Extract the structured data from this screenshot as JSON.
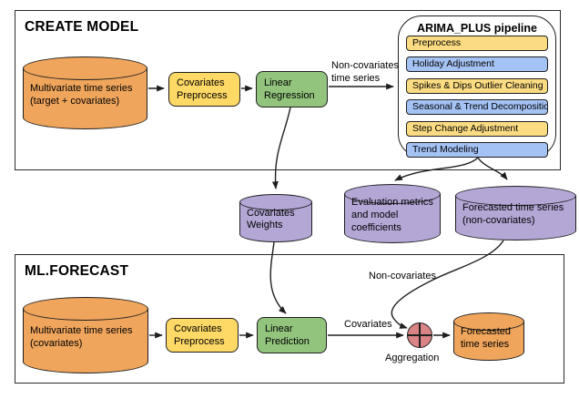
{
  "create_model": {
    "title": "CREATE MODEL",
    "source_store": {
      "line1": "Multivariate time series",
      "line2": "(target + covariates)"
    },
    "preprocess": {
      "line1": "Covariates",
      "line2": "Preprocess"
    },
    "regression": {
      "line1": "Linear",
      "line2": "Regression"
    },
    "noncov_edge_label": {
      "line1": "Non-covariates",
      "line2": "time series"
    },
    "pipeline": {
      "title": "ARIMA_PLUS pipeline",
      "steps": [
        {
          "label": "Preprocess",
          "color": "#FBDC82"
        },
        {
          "label": "Holiday Adjustment",
          "color": "#A4C2F4"
        },
        {
          "label": "Spikes & Dips Outlier Cleaning",
          "color": "#FBDC82"
        },
        {
          "label": "Seasonal & Trend Decomposition",
          "color": "#A4C2F4"
        },
        {
          "label": "Step Change Adjustment",
          "color": "#FBDC82"
        },
        {
          "label": "Trend Modeling",
          "color": "#A4C2F4"
        }
      ]
    }
  },
  "stores": {
    "weights": {
      "line1": "Covariates",
      "line2": "Weights"
    },
    "evaluation": {
      "line1": "Evaluation metrics",
      "line2": "and model",
      "line3": "coefficients"
    },
    "forecast_noncov": {
      "line1": "Forecasted time series",
      "line2": "(non-covariates)"
    }
  },
  "ml_forecast": {
    "title": "ML.FORECAST",
    "source_store": {
      "line1": "Multivariate time series",
      "line2": "(covariates)"
    },
    "preprocess": {
      "line1": "Covariates",
      "line2": "Preprocess"
    },
    "prediction": {
      "line1": "Linear",
      "line2": "Prediction"
    },
    "covariates_label": "Covariates",
    "noncovariates_label": "Non-covariates",
    "aggregation_label": "Aggregation",
    "output_store": {
      "line1": "Forecasted",
      "line2": "time series"
    }
  },
  "colors": {
    "source_orange": "#F0A55C",
    "process_yellow": "#FFD966",
    "model_green": "#93C47D",
    "pipeline_blue": "#A4C2F4",
    "pipeline_yellow": "#FBDC82",
    "store_purple": "#B4A7D6",
    "aggregation_pink": "#DB8485",
    "line_black": "#1f1f1f"
  }
}
